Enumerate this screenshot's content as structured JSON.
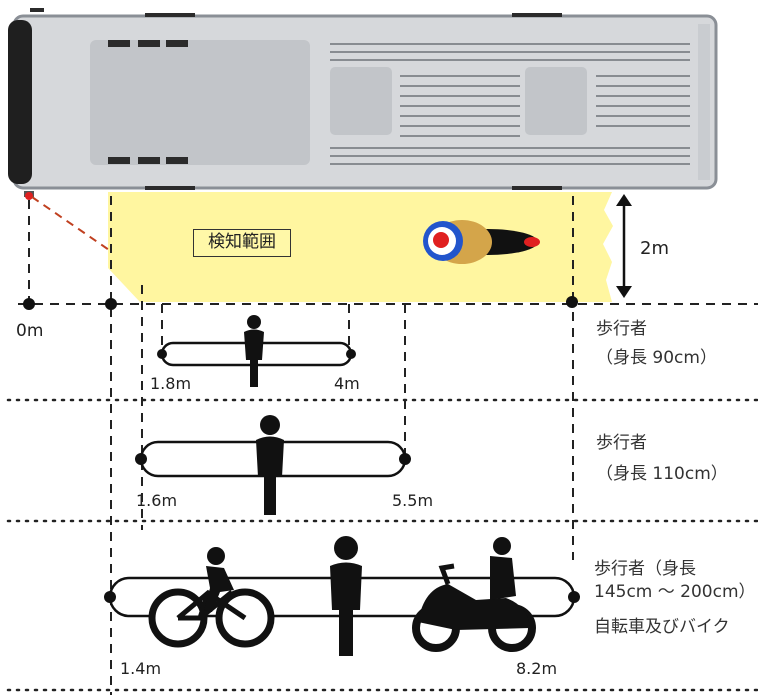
{
  "labels": {
    "detection_range": "検知範囲",
    "width": "2m",
    "origin": "0m"
  },
  "rows": [
    {
      "category": "歩行者",
      "height": "（身長 90cm）",
      "near": "1.8m",
      "far": "4m"
    },
    {
      "category": "歩行者",
      "height": "（身長 110cm）",
      "near": "1.6m",
      "far": "5.5m"
    },
    {
      "category": "歩行者（身長",
      "height": "145cm ～ 200cm）",
      "extra": "自転車及びバイク",
      "near": "1.4m",
      "far": "8.2m"
    }
  ],
  "colors": {
    "zone": "#fff6a0",
    "bus_body": "#d6d8db",
    "bus_outline": "#8a8f96",
    "sensor": "#e02020",
    "sensor_line": "#c04020",
    "figure": "#111111"
  },
  "icons": [
    "bus-icon",
    "motorcycle-rider-icon",
    "pedestrian-icon",
    "bicycle-rider-icon",
    "scooter-rider-icon"
  ]
}
